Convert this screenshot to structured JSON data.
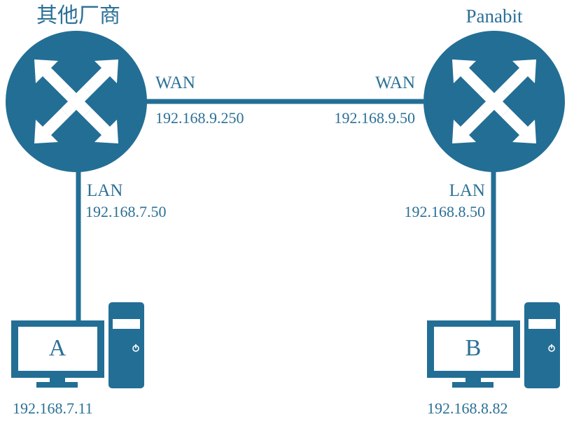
{
  "colors": {
    "primary": "#236e95",
    "text": "#2b7096",
    "background": "#ffffff"
  },
  "routers": [
    {
      "id": "left",
      "name": "其他厂商",
      "icon": "router-crossed-arrows-icon",
      "wan_label": "WAN",
      "wan_ip": "192.168.9.250",
      "lan_label": "LAN",
      "lan_ip": "192.168.7.50"
    },
    {
      "id": "right",
      "name": "Panabit",
      "icon": "router-crossed-arrows-icon",
      "wan_label": "WAN",
      "wan_ip": "192.168.9.50",
      "lan_label": "LAN",
      "lan_ip": "192.168.8.50"
    }
  ],
  "hosts": [
    {
      "id": "A",
      "label": "A",
      "ip": "192.168.7.11",
      "icon": "desktop-computer-icon"
    },
    {
      "id": "B",
      "label": "B",
      "ip": "192.168.8.82",
      "icon": "desktop-computer-icon"
    }
  ]
}
